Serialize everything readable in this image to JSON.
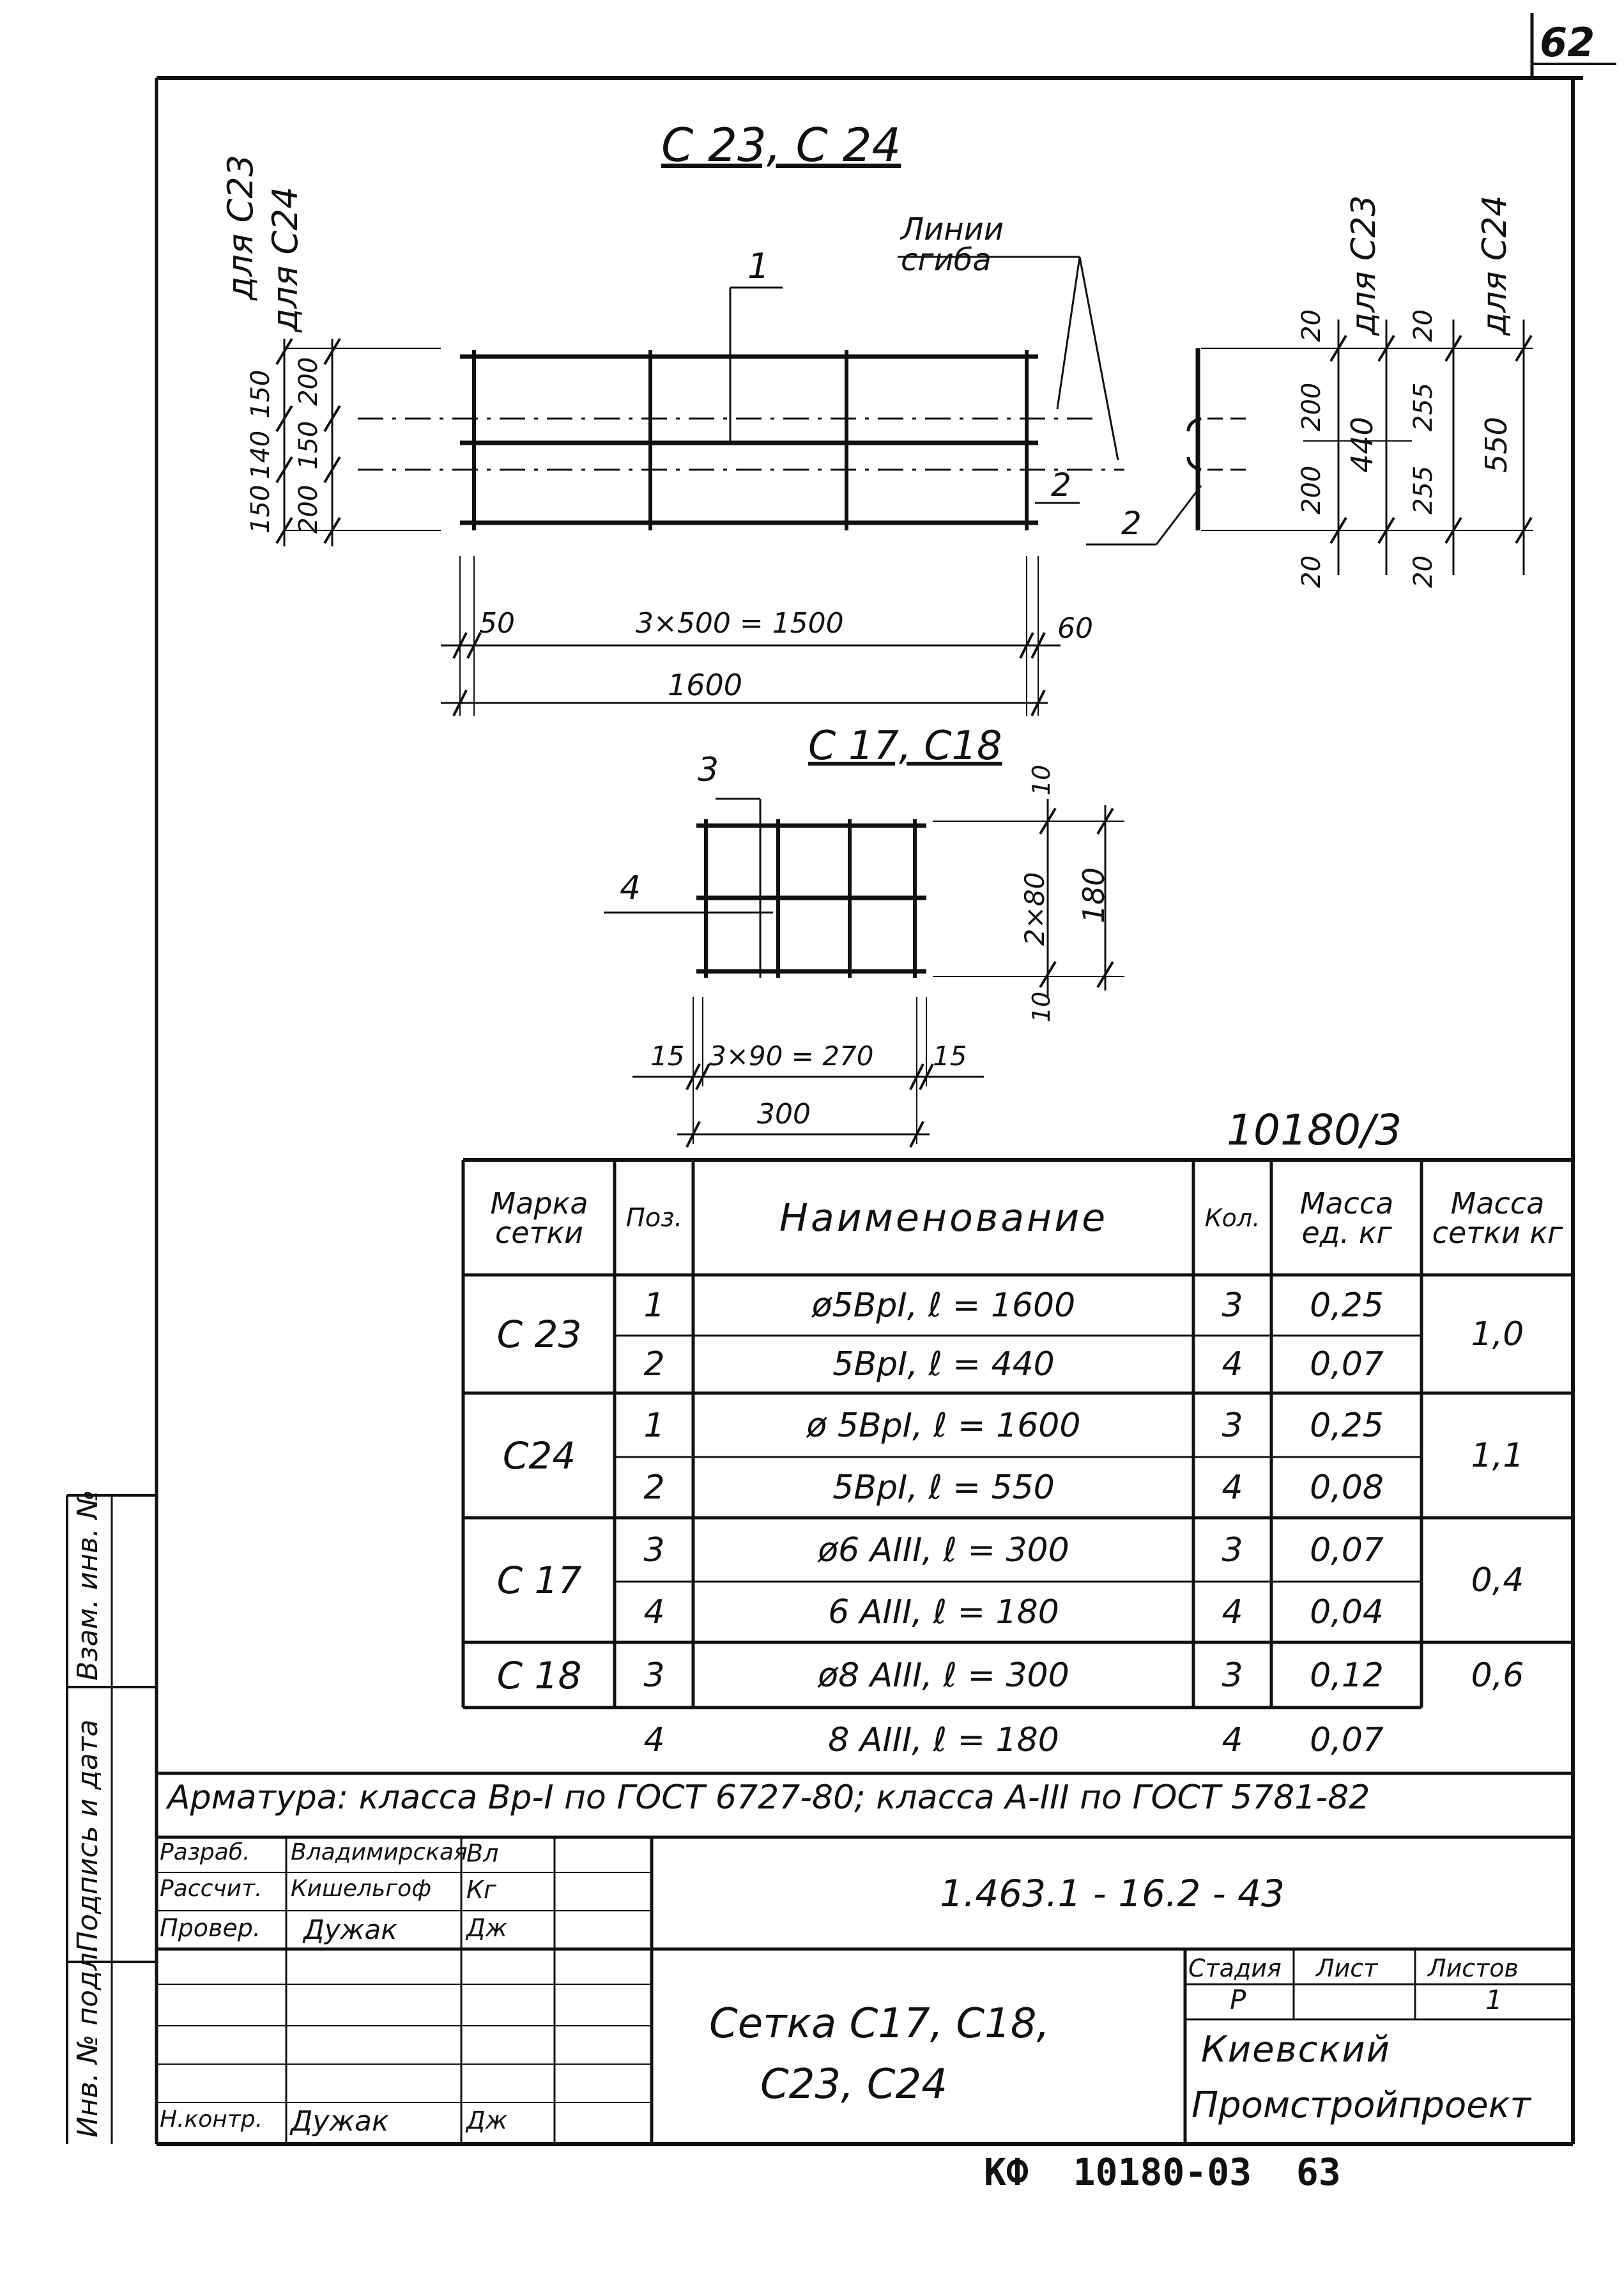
{
  "sheet_number": "62",
  "archive_number": "10180/3",
  "footer_stamp": "КФ  10180-03  63",
  "drawing_c23_c24": {
    "title": "С 23, С 24",
    "label_for_c23": "для С23",
    "label_for_c24": "для С24",
    "bend_lines_label": "Линии сгиба",
    "pos1": "1",
    "pos2a": "2",
    "pos2b": "2",
    "dims_c23_left": [
      "150",
      "140",
      "150"
    ],
    "dims_c24_left": [
      "200",
      "150",
      "200"
    ],
    "dim_left_end": "50",
    "dim_span": "3×500 = 1500",
    "dim_right_end": "60",
    "dim_total": "1600",
    "section_dims_c23": [
      "20",
      "200",
      "200",
      "20"
    ],
    "section_total_c23": "440",
    "section_dims_c24": [
      "20",
      "255",
      "255",
      "20"
    ],
    "section_total_c24": "550"
  },
  "drawing_c17_c18": {
    "title": "С 17, С18",
    "pos3": "3",
    "pos4": "4",
    "dim_top": "10",
    "dim_mid": "2×80",
    "dim_bottom": "10",
    "dim_height": "180",
    "dim_left": "15",
    "dim_span": "3×90 = 270",
    "dim_right": "15",
    "dim_total": "300"
  },
  "spec_table": {
    "headers": {
      "mark": "Марка сетки",
      "pos": "Поз.",
      "name": "Наименование",
      "qty": "Кол.",
      "mass_unit": "Масса ед. кг",
      "mass_mesh": "Масса сетки кг"
    },
    "groups": [
      {
        "mark": "С 23",
        "mass_mesh": "1,0",
        "rows": [
          {
            "pos": "1",
            "name": "ø5ВрI, ℓ = 1600",
            "qty": "3",
            "mass": "0,25"
          },
          {
            "pos": "2",
            "name": "5ВрI, ℓ = 440",
            "qty": "4",
            "mass": "0,07"
          }
        ]
      },
      {
        "mark": "С24",
        "mass_mesh": "1,1",
        "rows": [
          {
            "pos": "1",
            "name": "ø 5ВрI, ℓ = 1600",
            "qty": "3",
            "mass": "0,25"
          },
          {
            "pos": "2",
            "name": "5ВрI, ℓ = 550",
            "qty": "4",
            "mass": "0,08"
          }
        ]
      },
      {
        "mark": "С 17",
        "mass_mesh": "0,4",
        "rows": [
          {
            "pos": "3",
            "name": "ø6 АIII, ℓ = 300",
            "qty": "3",
            "mass": "0,07"
          },
          {
            "pos": "4",
            "name": "6 АIII, ℓ = 180",
            "qty": "4",
            "mass": "0,04"
          }
        ]
      },
      {
        "mark": "С 18",
        "mass_mesh": "0,6",
        "rows": [
          {
            "pos": "3",
            "name": "ø8 АIII, ℓ = 300",
            "qty": "3",
            "mass": "0,12"
          },
          {
            "pos": "4",
            "name": "8 АIII, ℓ = 180",
            "qty": "4",
            "mass": "0,07"
          }
        ]
      }
    ]
  },
  "note": "Арматура: класса Вр-I по ГОСТ 6727-80; класса А-III по ГОСТ 5781-82",
  "title_block": {
    "designation": "1.463.1 - 16.2 - 43",
    "sheet_title_line1": "Сетка С17, С18,",
    "sheet_title_line2": "С23, С24",
    "stage_label": "Стадия",
    "sheet_label": "Лист",
    "sheets_label": "Листов",
    "stage_value": "Р",
    "sheet_value": "",
    "sheets_value": "1",
    "org_line1": "Киевский",
    "org_line2": "Промстройпроект",
    "signatures": [
      {
        "role": "Разраб.",
        "name": "Владимирская",
        "sign": "Вл"
      },
      {
        "role": "Рассчит.",
        "name": "Кишельгоф",
        "sign": "Кг"
      },
      {
        "role": "Провер.",
        "name": "Дужак",
        "sign": "Дж"
      },
      {
        "role": "Н.контр.",
        "name": "Дужак",
        "sign": "Дж"
      }
    ]
  },
  "side_stamp": {
    "inv_no": "Инв. № подл.",
    "sign_date": "Подпись и дата",
    "replace_inv": "Взам. инв. №"
  }
}
